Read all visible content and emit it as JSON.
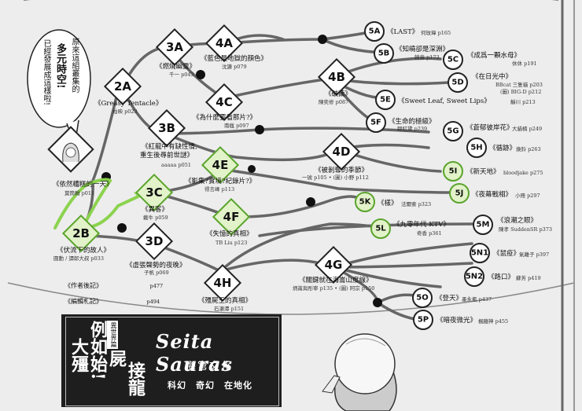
{
  "speech": {
    "line1": "原來這組叢集的",
    "line2": "多元時空!",
    "line3": "已經發展成這樣啦!"
  },
  "nodes": {
    "n3A": {
      "code": "3A",
      "title": "《燃燒幽靈》",
      "author": "千一 p043"
    },
    "n4A": {
      "code": "4A",
      "title": "《藍色是地獄的顏色》",
      "author": "沈謙 p079"
    },
    "n2A": {
      "code": "2A",
      "title": "《Greasy Tentacle》",
      "author": "柏映 p023"
    },
    "n4B": {
      "code": "4B",
      "title": "《破繭》",
      "author": "陳奕修 p087"
    },
    "n4C": {
      "code": "4C",
      "title": "《為什麼要看那片?》",
      "author": "南瘋 p097"
    },
    "n3B": {
      "code": "3B",
      "title": "《紅龍中有缺性情,",
      "title2": "重生後尋前世謎》",
      "author": "aaaaa p051"
    },
    "n4D": {
      "code": "4D",
      "title": "《被剝奪的季節》",
      "author": "一琥 p105 • (圖) 小野 p112"
    },
    "n4E": {
      "code": "4E",
      "title": "《影集?實境?紀錄片?》",
      "author": "得言峰 p113"
    },
    "n3C": {
      "code": "3C",
      "title": "《異客》",
      "author": "戴牛 p059"
    },
    "n4F": {
      "code": "4F",
      "title": "《失憶的真相》",
      "author": "TB Liu p123"
    },
    "n2B": {
      "code": "2B",
      "title": "《伏流下的故人》",
      "author": "圓動 / 譚郎大叔 p033"
    },
    "n3D": {
      "code": "3D",
      "title": "《虛張聲勢的夜晚》",
      "author": "子帆 p069"
    },
    "n4G": {
      "code": "4G",
      "title": "《關鍵就在海崙山度線》",
      "author": "炳崙與彤寧 p135 • (圖) 阿宗 p150"
    },
    "n4H": {
      "code": "4H",
      "title": "《殭屍王的真相》",
      "author": "石瀨潭 p151"
    }
  },
  "endings": {
    "e5A": {
      "code": "5A",
      "title": "《LAST》",
      "author": "何玫瑋 p165"
    },
    "e5B": {
      "code": "5B",
      "title": "《知曉卻是深淵》",
      "author": "韓音 p173"
    },
    "e5C": {
      "code": "5C",
      "title": "《成爲一顆水母》",
      "author": "休休 p191"
    },
    "e5D": {
      "code": "5D",
      "title": "《在日光中》",
      "author": "BBcat 三隻貓 p203",
      "author2": "(圖) BIG-D p212"
    },
    "e5E": {
      "code": "5E",
      "title": "《Sweet Leaf, Sweet Lips》",
      "author": "靜川 p213"
    },
    "e5F": {
      "code": "5F",
      "title": "《生命的極級》",
      "author": "鄒紅黛 p239"
    },
    "e5G": {
      "code": "5G",
      "title": "《蒼郁彼岸花》",
      "author": "大貓楠 p249"
    },
    "e5H": {
      "code": "5H",
      "title": "《循跡》",
      "author": "煥鈴 p263"
    },
    "e5I": {
      "code": "5I",
      "title": "《新天地》",
      "author": "bloodjake p275"
    },
    "e5J": {
      "code": "5J",
      "title": "《夜幕戰相》",
      "author": "小冊 p297"
    },
    "e5K": {
      "code": "5K",
      "title": "《樣》",
      "author": "法爾索 p323"
    },
    "e5L": {
      "code": "5L",
      "title": "《九零年代 KTV》",
      "author": "奇香 p361"
    },
    "e5M": {
      "code": "5M",
      "title": "《浪潮之眼》",
      "author": "陳孝 SuddenSR p373"
    },
    "e5N1": {
      "code": "5N1",
      "title": "《鼠疫》",
      "author": "氣離子 p397"
    },
    "e5N2": {
      "code": "5N2",
      "title": "《路口》",
      "author": "蘇芳 p419"
    },
    "e5O": {
      "code": "5O",
      "title": "《登天》",
      "author": "墨永瓶 p437"
    },
    "e5P": {
      "code": "5P",
      "title": "《暗夜微光》",
      "author": "楓糖神 p455"
    }
  },
  "start": {
    "title": "《依然糟糕的一天》",
    "author": "莫筒輯 p011"
  },
  "footer": {
    "afterword": "《作者後記》",
    "afterword_page": "p477",
    "editor": "《編輯札記》",
    "editor_page": "p494"
  },
  "logo": {
    "title_a": "大殭",
    "title_b": "屍",
    "title_c": "接龍",
    "title_side": "例如始!",
    "badge": "異世界篇",
    "brand": "Seita Sauras",
    "publisher": "海穹文化",
    "tags": "科幻　奇幻　在地化"
  },
  "colors": {
    "highlight": "#5aa42c",
    "line": "#555555",
    "node": "#222222"
  }
}
